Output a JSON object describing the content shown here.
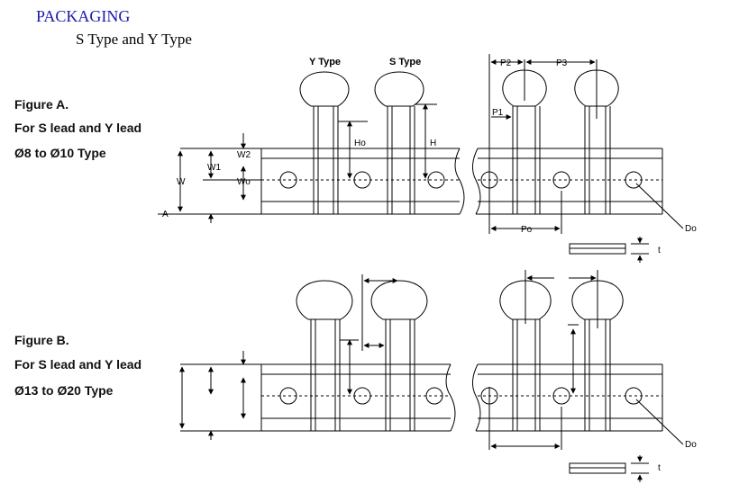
{
  "header": {
    "title": "PACKAGING",
    "subtitle": "S Type and Y Type"
  },
  "figure_a": {
    "title": "Figure A.",
    "line1": "For S lead and Y lead",
    "line2": "Ø8 to Ø10 Type"
  },
  "figure_b": {
    "title": "Figure B.",
    "line1": "For S lead and Y lead",
    "line2": "Ø13 to Ø20 Type"
  },
  "labels": {
    "y_type": "Y Type",
    "s_type": "S Type",
    "p2": "P2",
    "p3": "P3",
    "p1": "P1",
    "po": "Po",
    "ho": "Ho",
    "h": "H",
    "w": "W",
    "w1": "W1",
    "w2": "W2",
    "wo": "Wo",
    "a": "A",
    "do": "Do",
    "t": "t"
  }
}
